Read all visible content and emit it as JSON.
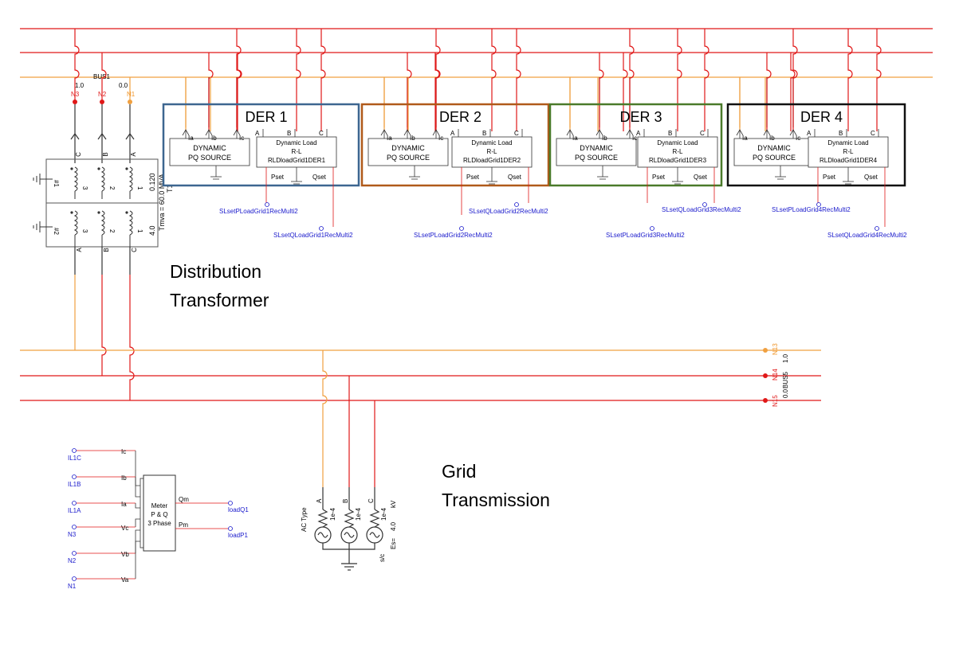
{
  "colors": {
    "red": "#e01818",
    "orange": "#f0a040",
    "blue": "#1a1acc",
    "der1_border": "#3d6690",
    "der2_border": "#b05a1a",
    "der3_border": "#4a7a2a",
    "der4_border": "#111111"
  },
  "labels": {
    "distribution": [
      "Distribution",
      "Transformer"
    ],
    "grid": [
      "Grid",
      "Transmission"
    ]
  },
  "top_bus": {
    "name": "BUS1",
    "v_left": "1.0",
    "v_right": "0.0",
    "nodes": [
      "N3",
      "N2",
      "N1"
    ]
  },
  "transformer": {
    "name": "T1",
    "rating": "Tmva = 60.0 MVA",
    "v1": "0.120",
    "v2": "4.0",
    "w1": "#1",
    "w2": "#2",
    "top_phases": [
      "C",
      "B",
      "A"
    ],
    "bottom_phases": [
      "A",
      "B",
      "C"
    ],
    "coil_numbers": [
      "3",
      "2",
      "1"
    ]
  },
  "ders": [
    {
      "title": "DER 1",
      "pq": [
        "DYNAMIC",
        "PQ SOURCE"
      ],
      "load": [
        "Dynamic Load",
        "R-L",
        "RLDloadGrid1DER1"
      ],
      "pset": "SLsetPLoadGrid1RecMulti2",
      "qset": "SLsetQLoadGrid1RecMulti2"
    },
    {
      "title": "DER 2",
      "pq": [
        "DYNAMIC",
        "PQ SOURCE"
      ],
      "load": [
        "Dynamic Load",
        "R-L",
        "RLDloadGrid1DER2"
      ],
      "pset": "SLsetPLoadGrid2RecMulti2",
      "qset": "SLsetQLoadGrid2RecMulti2"
    },
    {
      "title": "DER 3",
      "pq": [
        "DYNAMIC",
        "PQ SOURCE"
      ],
      "load": [
        "Dynamic Load",
        "R-L",
        "RLDloadGrid1DER3"
      ],
      "pset": "SLsetPLoadGrid3RecMulti2",
      "qset": "SLsetQLoadGrid3RecMulti2"
    },
    {
      "title": "DER 4",
      "pq": [
        "DYNAMIC",
        "PQ SOURCE"
      ],
      "load": [
        "Dynamic Load",
        "R-L",
        "RLDloadGrid1DER4"
      ],
      "pset": "SLsetPLoadGrid4RecMulti2",
      "qset": "SLsetQLoadGrid4RecMulti2"
    }
  ],
  "pin_labels": {
    "ia": "Ia",
    "ib": "Ib",
    "ic": "Ic",
    "a": "A",
    "b": "B",
    "c": "C",
    "pset": "Pset",
    "qset": "Qset"
  },
  "bottom_bus": {
    "name": "BUS5",
    "v_top": "1.0",
    "v_bottom": "0.0",
    "nodes": [
      "N13",
      "N14",
      "N15"
    ]
  },
  "source": {
    "type": "AC Type",
    "phases": [
      "A",
      "B",
      "C"
    ],
    "impedance": "1e-4",
    "unit": "kV",
    "voltage": "4.0",
    "es": "Es=",
    "sc": "s/c"
  },
  "meter": {
    "title": [
      "Meter",
      "P & Q",
      "3 Phase"
    ],
    "in_pins": [
      "Ic",
      "Ib",
      "Ia",
      "Vc",
      "Vb",
      "Va"
    ],
    "inputs": [
      "IL1C",
      "IL1B",
      "IL1A",
      "N3",
      "N2",
      "N1"
    ],
    "out_pins": [
      "Qm",
      "Pm"
    ],
    "outputs": [
      "loadQ1",
      "loadP1"
    ]
  }
}
